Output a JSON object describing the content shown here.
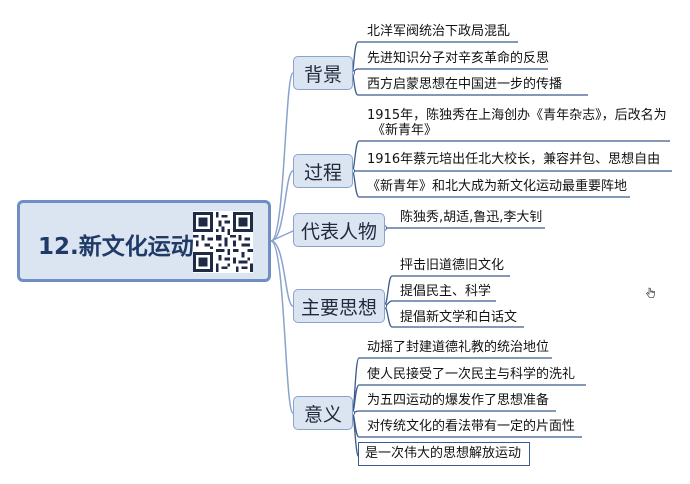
{
  "root": {
    "title": "12.新文化运动"
  },
  "branches": [
    {
      "label": "背景",
      "items": [
        "北洋军阀统治下政局混乱",
        "先进知识分子对辛亥革命的反思",
        "西方启蒙思想在中国进一步的传播"
      ]
    },
    {
      "label": "过程",
      "items": [
        "1915年，陈独秀在上海创办《青年杂志》，后改名为",
        "《新青年》",
        "1916年蔡元培出任北大校长，兼容并包、思想自由",
        "《新青年》和北大成为新文化运动最重要阵地"
      ]
    },
    {
      "label": "代表人物",
      "items": [
        "陈独秀,胡适,鲁迅,李大钊"
      ]
    },
    {
      "label": "主要思想",
      "items": [
        "抨击旧道德旧文化",
        "提倡民主、科学",
        "提倡新文学和白话文"
      ]
    },
    {
      "label": "意义",
      "items": [
        "动摇了封建道德礼教的统治地位",
        "使人民接受了一次民主与科学的洗礼",
        "为五四运动的爆发作了思想准备",
        "对传统文化的看法带有一定的片面性",
        "是一次伟大的思想解放运动"
      ]
    }
  ],
  "colors": {
    "branch_fill": "#dbe4f1",
    "branch_border": "#8aa3cd",
    "line": "#3d5a8c",
    "root_border": "#6f8fc4"
  },
  "icons": {
    "qr": "qr-code-icon",
    "cursor": "mouse-cursor-icon"
  }
}
